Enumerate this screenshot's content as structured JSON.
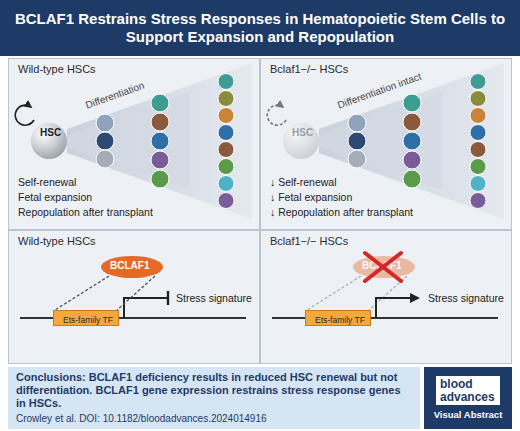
{
  "diagram": {
    "title": "BCLAF1 Restrains Stress Responses in Hematopoietic Stem Cells to Support Expansion and Repopulation",
    "nodes": [
      {
        "text": [
          "Wild-type HSCs"
        ]
      },
      {
        "text": [
          "HSC"
        ],
        "in": 0
      },
      {
        "text": [
          "Bclaf1−/− HSCs"
        ]
      },
      {
        "text": [
          "HSC"
        ],
        "in": 2
      },
      {
        "text": [
          "Wild-type HSCs"
        ]
      },
      {
        "text": [
          "BCLAF1"
        ],
        "in": 4
      },
      {
        "text": [
          "Ets-family TF"
        ],
        "in": 4
      },
      {
        "text": [
          "Bclaf1−/− HSCs"
        ]
      },
      {
        "text": [
          "BCLAF1"
        ],
        "in": 7
      },
      {
        "text": [
          "Ets-family TF"
        ],
        "in": 7
      },
      {
        "text": [
          "Conclusions: BCLAF1 deficiency results in reduced HSC renewal but not differentiation. BCLAF1 gene expression restrains stress response genes in HSCs.",
          "Crowley et al. DOI: 10.1182/bloodadvances.2024014916"
        ]
      },
      {
        "text": [
          "blood advances",
          "Visual Abstract"
        ]
      }
    ],
    "edges": [
      {
        "from": 5,
        "to": 6,
        "arrow": "none"
      },
      {
        "from": 8,
        "to": 9,
        "arrow": "none"
      }
    ],
    "labels": [
      "Differentiation",
      "Self-renewal",
      "Fetal expansion",
      "Repopulation after transplant",
      "Differentiation intact",
      "↓ Self-renewal",
      "↓ Fetal expansion",
      "↓ Repopulation after transplant",
      "Stress signature",
      "Stress signature"
    ]
  }
}
